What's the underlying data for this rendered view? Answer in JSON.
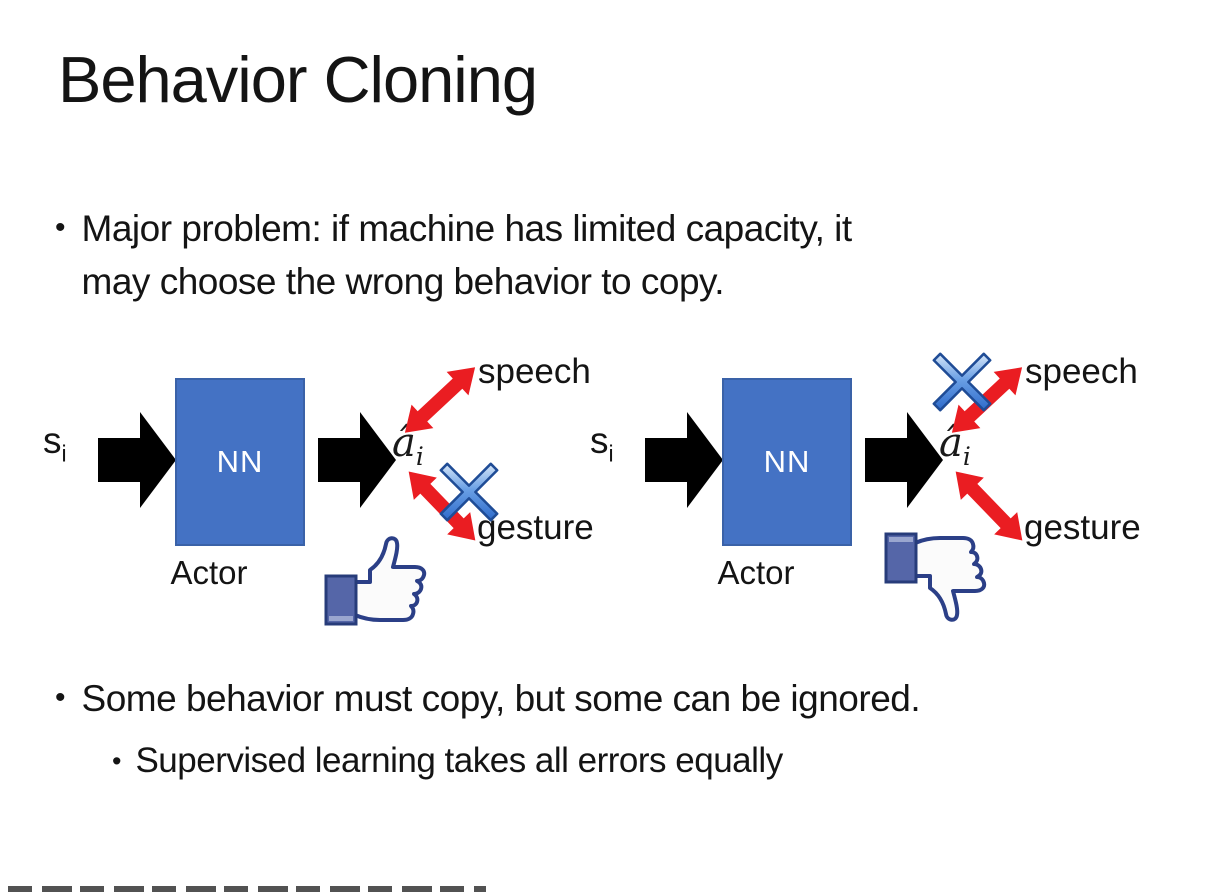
{
  "slide": {
    "title": "Behavior Cloning",
    "bullet_glyph": "•",
    "bullets": [
      {
        "level": 1,
        "lines": [
          "Major problem: if machine has limited capacity, it",
          "may choose the wrong behavior to copy."
        ]
      },
      {
        "level": 1,
        "lines": [
          "Some behavior must copy, but some can be ignored."
        ]
      },
      {
        "level": 2,
        "lines": [
          "Supervised learning takes all errors equally"
        ]
      }
    ]
  },
  "diagrams": {
    "left": {
      "input_base": "s",
      "input_sub": "i",
      "nn_label": "NN",
      "actor_label": "Actor",
      "output_hat": "â",
      "output_sub": "i",
      "speech_label": "speech",
      "gesture_label": "gesture",
      "cross_icon_over": "gesture-arrow",
      "feedback_icon": "thumb-up"
    },
    "right": {
      "input_base": "s",
      "input_sub": "i",
      "nn_label": "NN",
      "actor_label": "Actor",
      "output_hat": "â",
      "output_sub": "i",
      "speech_label": "speech",
      "gesture_label": "gesture",
      "cross_icon_over": "speech-arrow",
      "feedback_icon": "thumb-down"
    }
  },
  "colors": {
    "nn_fill": "#4472C4",
    "nn_border": "#3A62A8",
    "block_arrow": "#000000",
    "double_arrow_red": "#EA1D22",
    "cross_blue_light": "#D6E6F8",
    "cross_blue_dark": "#2E6BCB",
    "cross_border": "#1F4C96",
    "thumb_outline": "#2B3F87",
    "thumb_cuff": "#5566A8",
    "text": "#141414"
  }
}
